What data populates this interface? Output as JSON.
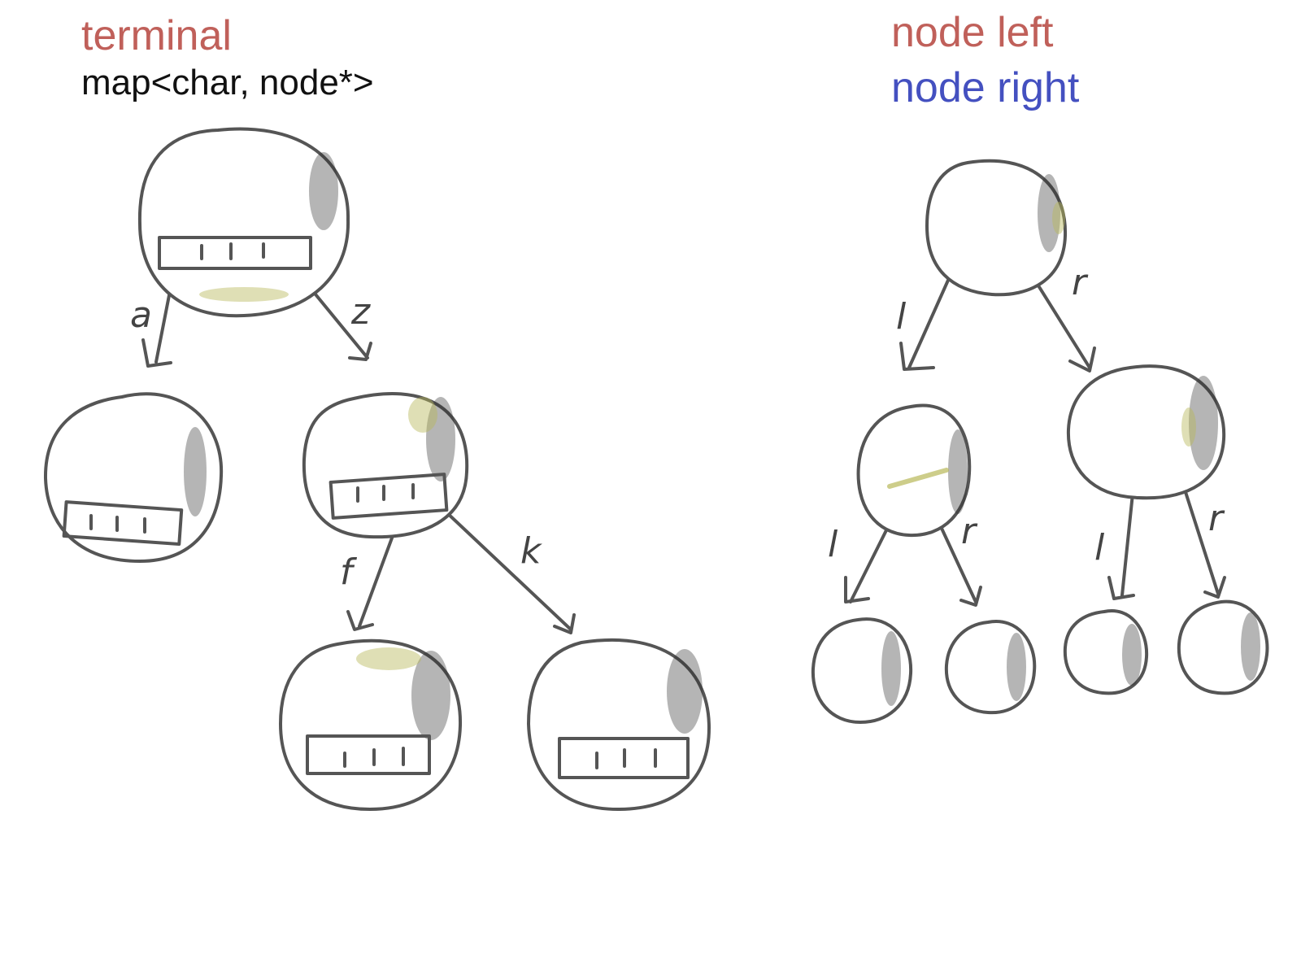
{
  "header": {
    "trie_title": "terminal",
    "trie_subtitle": "map<char, node*>",
    "bst_left": "node left",
    "bst_right": "node right"
  },
  "edge_labels": {
    "trie": [
      "a",
      "z",
      "f",
      "k"
    ],
    "bst": [
      "l",
      "r",
      "l",
      "r",
      "l",
      "r"
    ]
  },
  "colors": {
    "terminal": "#c0605a",
    "map": "#111111",
    "left": "#c0605a",
    "right": "#4450c0",
    "shade_olive": "#b8b85a"
  }
}
